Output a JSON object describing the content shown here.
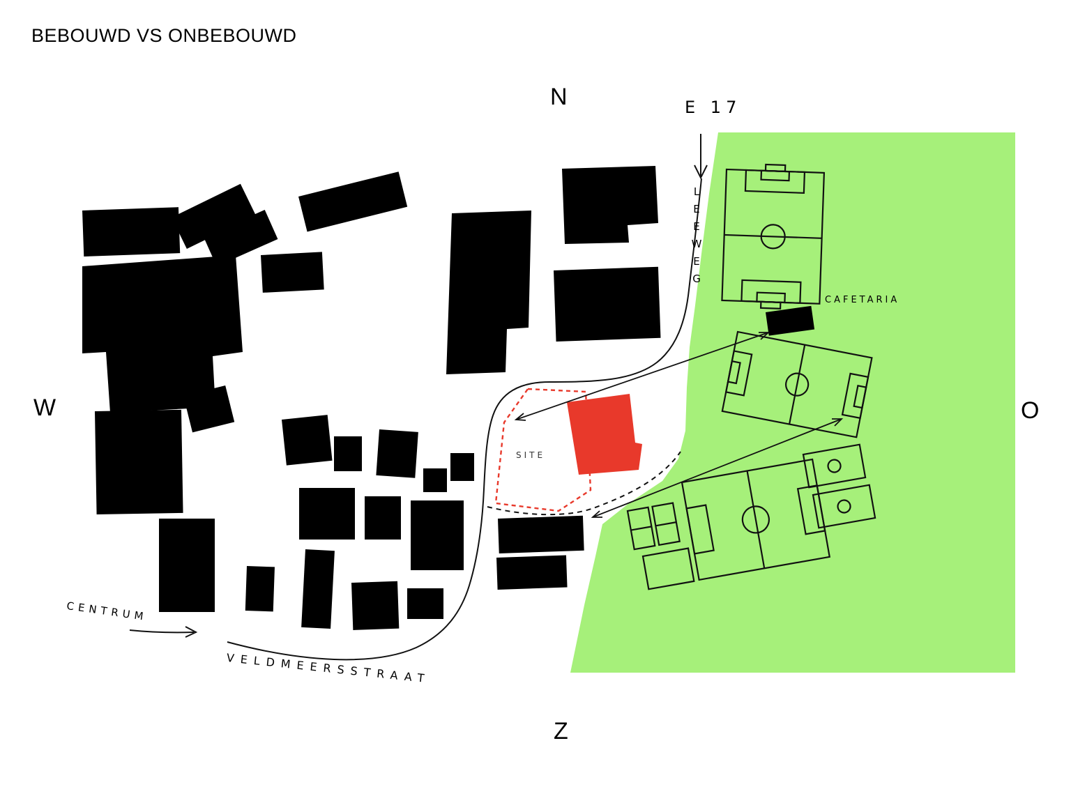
{
  "title": "BEBOUWD VS ONBEBOUWD",
  "compass": {
    "north": "N",
    "east": "O",
    "south": "Z",
    "west": "W"
  },
  "labels": {
    "highway": "E 17",
    "road": "LEEWEG",
    "cafetaria": "CAFETARIA",
    "site": "SITE",
    "centrum": "CENTRUM",
    "street": "VELDMEERSSTRAAT"
  },
  "colors": {
    "background": "#ffffff",
    "built": "#000000",
    "unbuilt": "#a6f07a",
    "site_red": "#e8392b",
    "line": "#111111"
  }
}
